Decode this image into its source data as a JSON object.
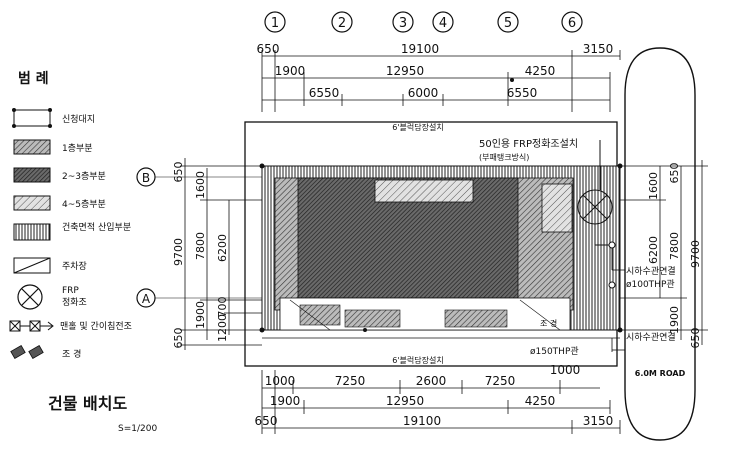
{
  "grid": {
    "columns": [
      "1",
      "2",
      "3",
      "4",
      "5",
      "6"
    ],
    "rows": [
      "B",
      "A"
    ]
  },
  "dims_top": {
    "row1": [
      "650",
      "19100",
      "3150"
    ],
    "row2": [
      "1900",
      "12950",
      "4250"
    ],
    "row3": [
      "6550",
      "6000",
      "6550"
    ]
  },
  "dims_bottom": {
    "row1": [
      "1000",
      "7250",
      "2600",
      "7250",
      "1000"
    ],
    "row2": [
      "1900",
      "12950",
      "4250"
    ],
    "row3": [
      "650",
      "19100",
      "3150"
    ]
  },
  "dims_left": {
    "outer": [
      "650",
      "9700",
      "650"
    ],
    "mid": [
      "1600",
      "7800",
      "1900"
    ],
    "inner": [
      "6200",
      "700",
      "1200"
    ]
  },
  "dims_right": {
    "a": [
      "1600",
      "6200"
    ],
    "b": [
      "650",
      "7800",
      "1900"
    ],
    "c": [
      "9700",
      "650"
    ]
  },
  "fence_label": "6'블럭담장설치",
  "annotations": {
    "septic_title": "50인용 FRP정화조설치",
    "septic_sub": "(부패탱크방식)",
    "sewer_1": "시하수관연결",
    "sewer_1_size": "ø100THP관",
    "sewer_2": "시하수관연결",
    "pipe_150": "ø150THP관",
    "road": "6.0M ROAD",
    "small_mark": "조 경"
  },
  "legend": {
    "title": "범 례",
    "items": [
      {
        "label": "신청대지"
      },
      {
        "label": "1층부분"
      },
      {
        "label": "2~3층부분"
      },
      {
        "label": "4~5층부분"
      },
      {
        "label": "건축면적 산입부분"
      },
      {
        "label": "주차장"
      },
      {
        "label": "FRP 정화조"
      },
      {
        "label": "맨홀 및 간이침전조"
      },
      {
        "label": "조 경"
      }
    ]
  },
  "footer": {
    "title": "건물 배치도",
    "scale": "S=1/200"
  },
  "colors": {
    "ink": "#111111",
    "dark_fill": "#555555",
    "mid_fill": "#8a8a8a",
    "light_fill": "#c8c8c8",
    "paper": "#ffffff"
  }
}
